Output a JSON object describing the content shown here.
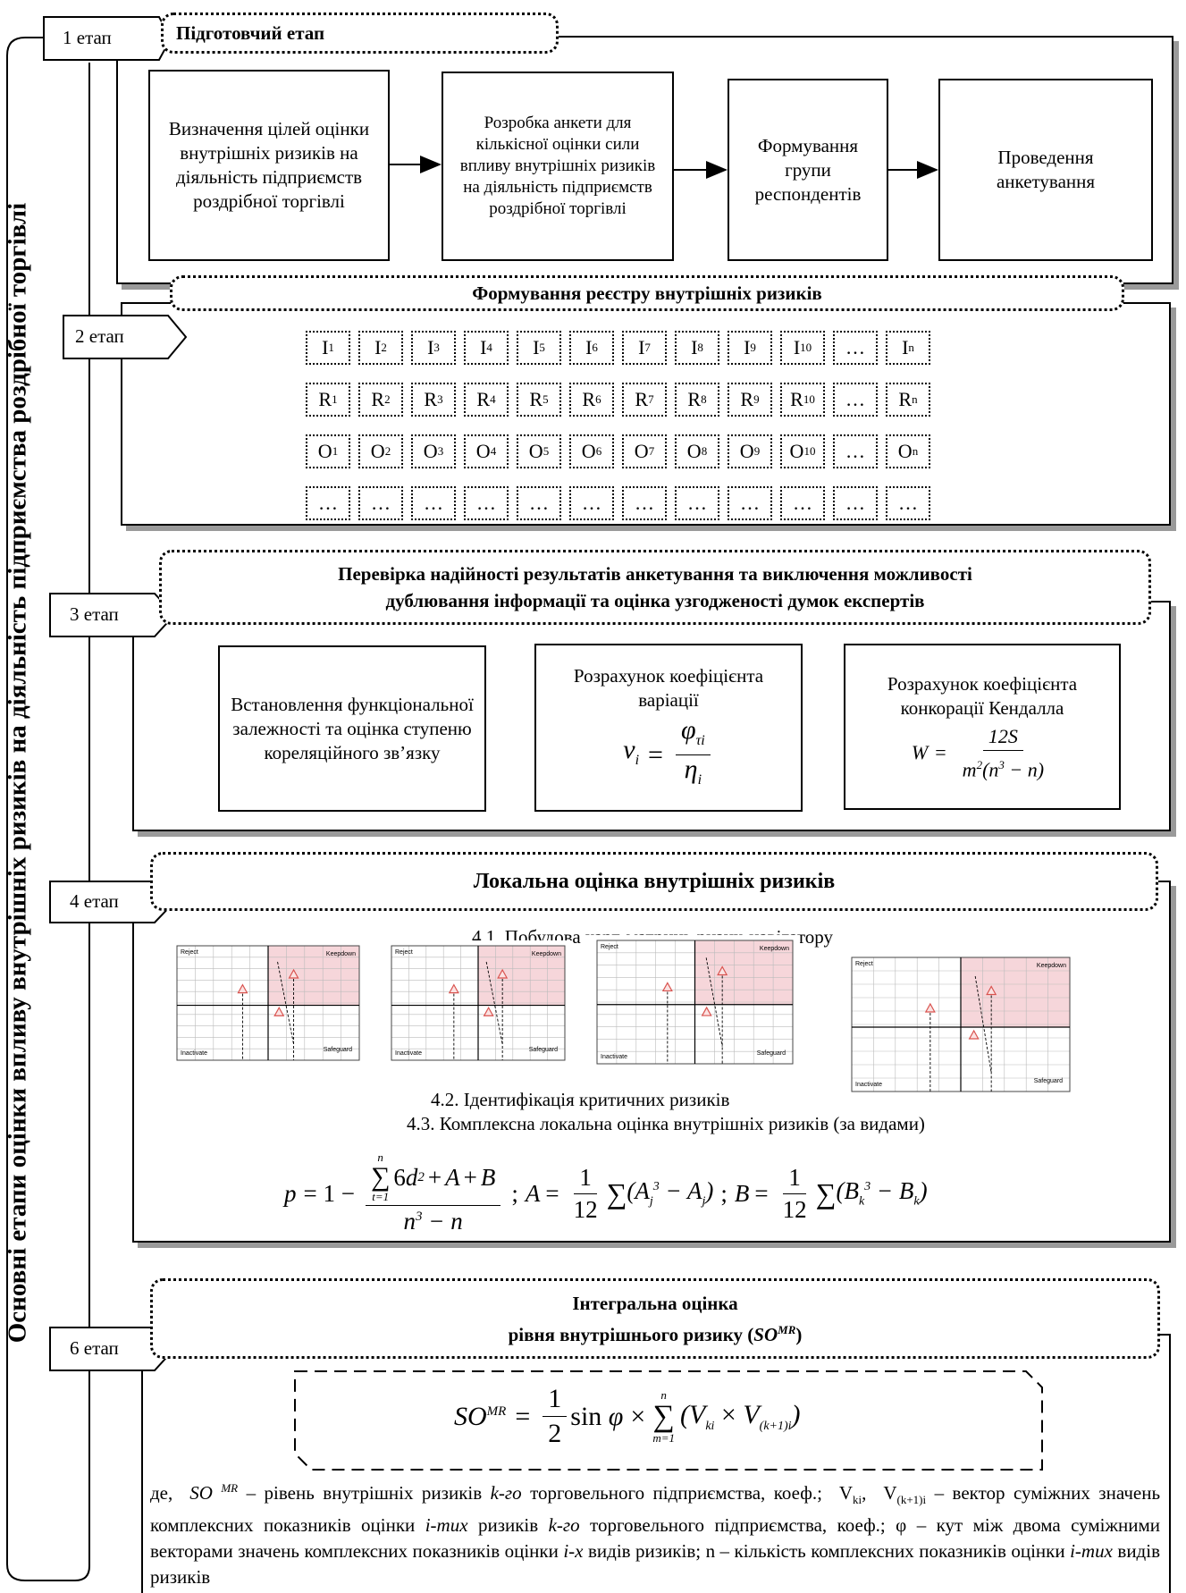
{
  "side_title": "Основні етапи оцінки впливу внутрішніх ризиків на діяльність підприємства роздрібної торгівлі",
  "stage1": {
    "tag": "1 етап",
    "title": "Підготовчий етап",
    "boxes": [
      "Визначення цілей оцінки внутрішніх ризиків на діяльність підприємств роздрібної торгівлі",
      "Розробка анкети для кількісної оцінки сили впливу внутрішніх ризиків на діяльність підприємств роздрібної торгівлі",
      "Формування групи респондентів",
      "Проведення анкетування"
    ]
  },
  "stage2": {
    "tag": "2 етап",
    "title": "Формування реєстру внутрішніх ризиків",
    "rows": [
      {
        "letter": "I",
        "subs": [
          "1",
          "2",
          "3",
          "4",
          "5",
          "6",
          "7",
          "8",
          "9",
          "10"
        ],
        "last": "n"
      },
      {
        "letter": "R",
        "subs": [
          "1",
          "2",
          "3",
          "4",
          "5",
          "6",
          "7",
          "8",
          "9",
          "10"
        ],
        "last": "n"
      },
      {
        "letter": "O",
        "subs": [
          "1",
          "2",
          "3",
          "4",
          "5",
          "6",
          "7",
          "8",
          "9",
          "10"
        ],
        "last": "n"
      }
    ],
    "ellipsis": "…"
  },
  "stage3": {
    "tag": "3 етап",
    "title_line1": "Перевірка  надійності результатів анкетування та виключення можливості",
    "title_line2": "дублювання інформації та оцінка узгодженості думок експертів",
    "box1": "Встановлення функціональної залежності та оцінка ступеню кореляційного зв’язку",
    "box2_title": "Розрахунок коефіцієнта варіації",
    "box3_title": "Розрахунок коефіцієнта конкорації Кендалла",
    "kendall_num": "12S"
  },
  "stage4": {
    "tag": "4 етап",
    "title": "Локальна оцінка внутрішніх ризиків",
    "sub41": "4.1. Побудова карт-матриць ризик-навігатору",
    "sub42": "4.2. Ідентифікація критичних ризиків",
    "sub43": "4.3. Комплексна локальна оцінка внутрішніх ризиків (за видами)",
    "chart_labels": {
      "reject": "Reject",
      "keepdown": "Keepdown",
      "inactivate": "Inactivate",
      "safeguard": "Safeguard"
    }
  },
  "stage6": {
    "tag": "6 етап",
    "title_line1": "Інтегральна оцінка",
    "title_line2": "рівня внутрішнього ризику"
  },
  "colors": {
    "shadow": "#9a9a9a",
    "pink": "#f6d6da",
    "red": "#d9534f"
  }
}
